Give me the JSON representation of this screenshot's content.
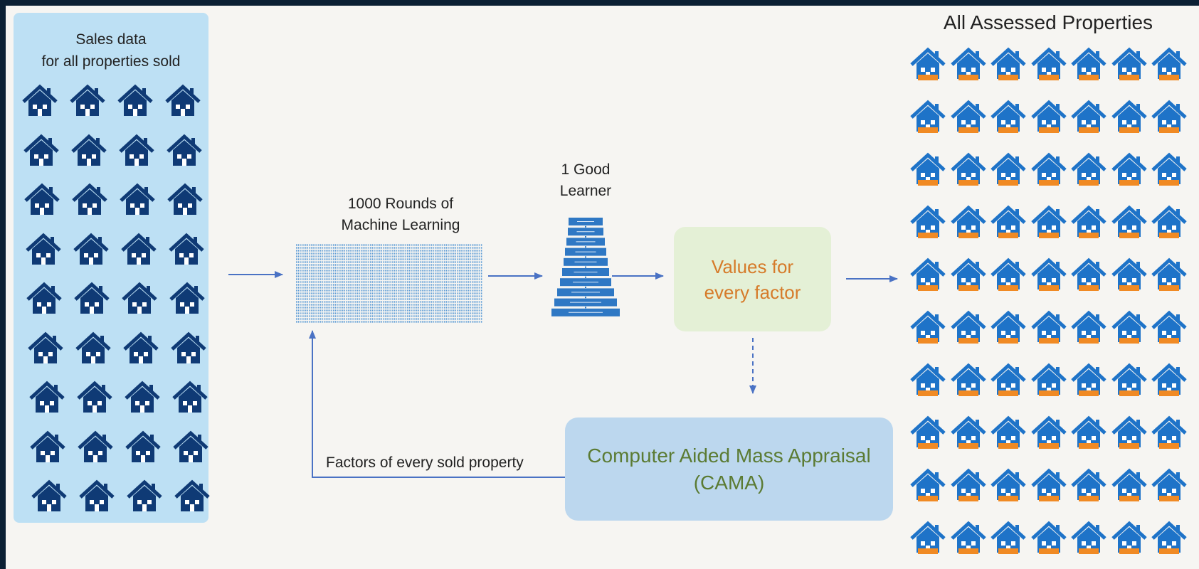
{
  "sales_panel": {
    "title": "Sales data\nfor all properties sold",
    "house_icon": "house-icon",
    "house_color": "#0f3a75",
    "rows": 9,
    "cols": 4
  },
  "ml_block": {
    "label": "1000 Rounds of\nMachine Learning",
    "color": "#5b9bd5"
  },
  "learner": {
    "label": "1 Good\nLearner",
    "color": "#2f78c4"
  },
  "values_box": {
    "text": "Values for\nevery factor",
    "fill": "#e4f0d6",
    "text_color": "#d67b2a"
  },
  "cama_box": {
    "text": "Computer Aided Mass Appraisal\n(CAMA)",
    "fill": "#bcd7ee",
    "text_color": "#5b7b33"
  },
  "feedback": {
    "label": "Factors of every sold property"
  },
  "assessed": {
    "title": "All Assessed Properties",
    "house_icon": "house-icon",
    "house_color": "#1e73c8",
    "badge_color": "#f08a24",
    "rows": 10,
    "cols": 7
  },
  "arrow_color": "#4a72c4"
}
